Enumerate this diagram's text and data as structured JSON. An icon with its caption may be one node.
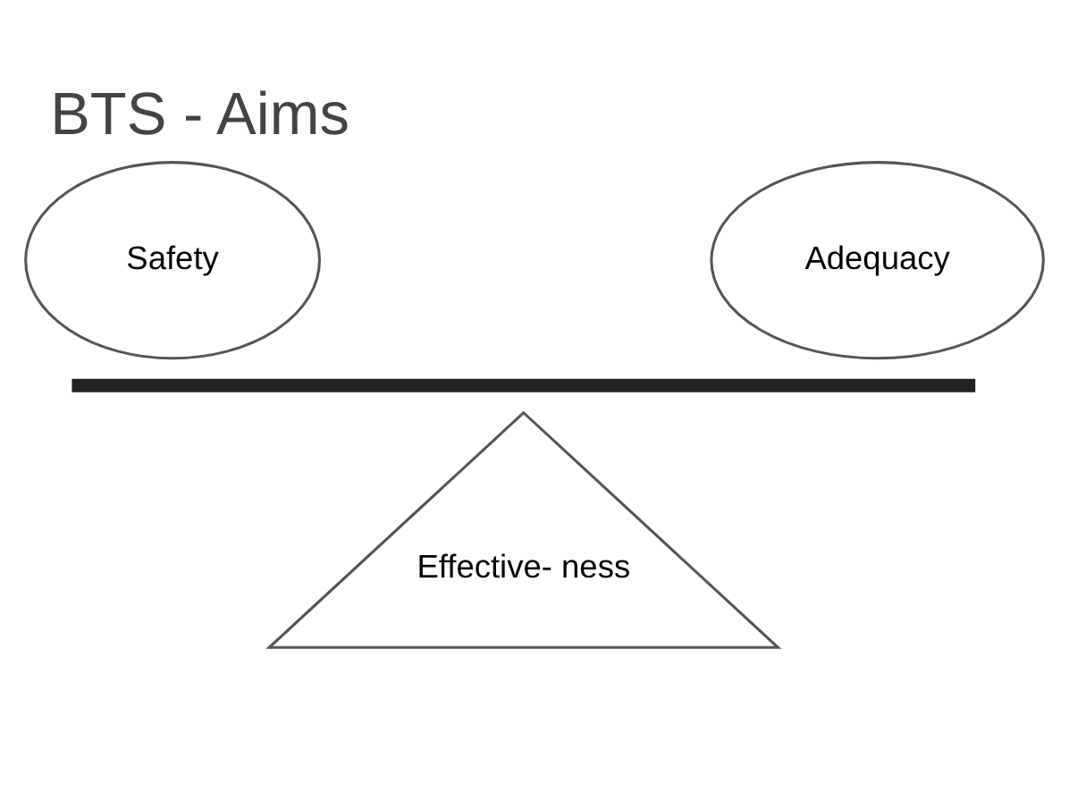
{
  "diagram": {
    "title": "BTS - Aims",
    "nodes": [
      {
        "text": [
          "Safety"
        ]
      },
      {
        "text": [
          "Adequacy"
        ]
      },
      {
        "text": [],
        "shape": "bar"
      },
      {
        "text": [
          "Effective- ness"
        ]
      }
    ]
  }
}
